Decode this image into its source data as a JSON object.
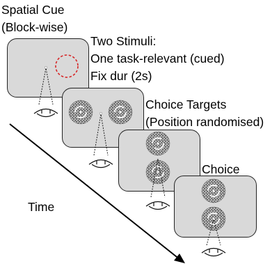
{
  "panels": [
    {
      "id": "spatial-cue",
      "label_lines": [
        "Spatial Cue",
        "(Block-wise)"
      ]
    },
    {
      "id": "two-stimuli",
      "label_lines": [
        "Two Stimuli:",
        "One task-relevant (cued)",
        "Fix dur (2s)"
      ]
    },
    {
      "id": "choice-targets",
      "label_lines": [
        "Choice Targets",
        "(Position randomised)"
      ]
    },
    {
      "id": "choice",
      "label_lines": [
        "Choice"
      ]
    }
  ],
  "time_label": "Time",
  "colors": {
    "screen_fill": "#d9d9d9",
    "cue_circle": "#d62728",
    "arrow": "#000000"
  }
}
